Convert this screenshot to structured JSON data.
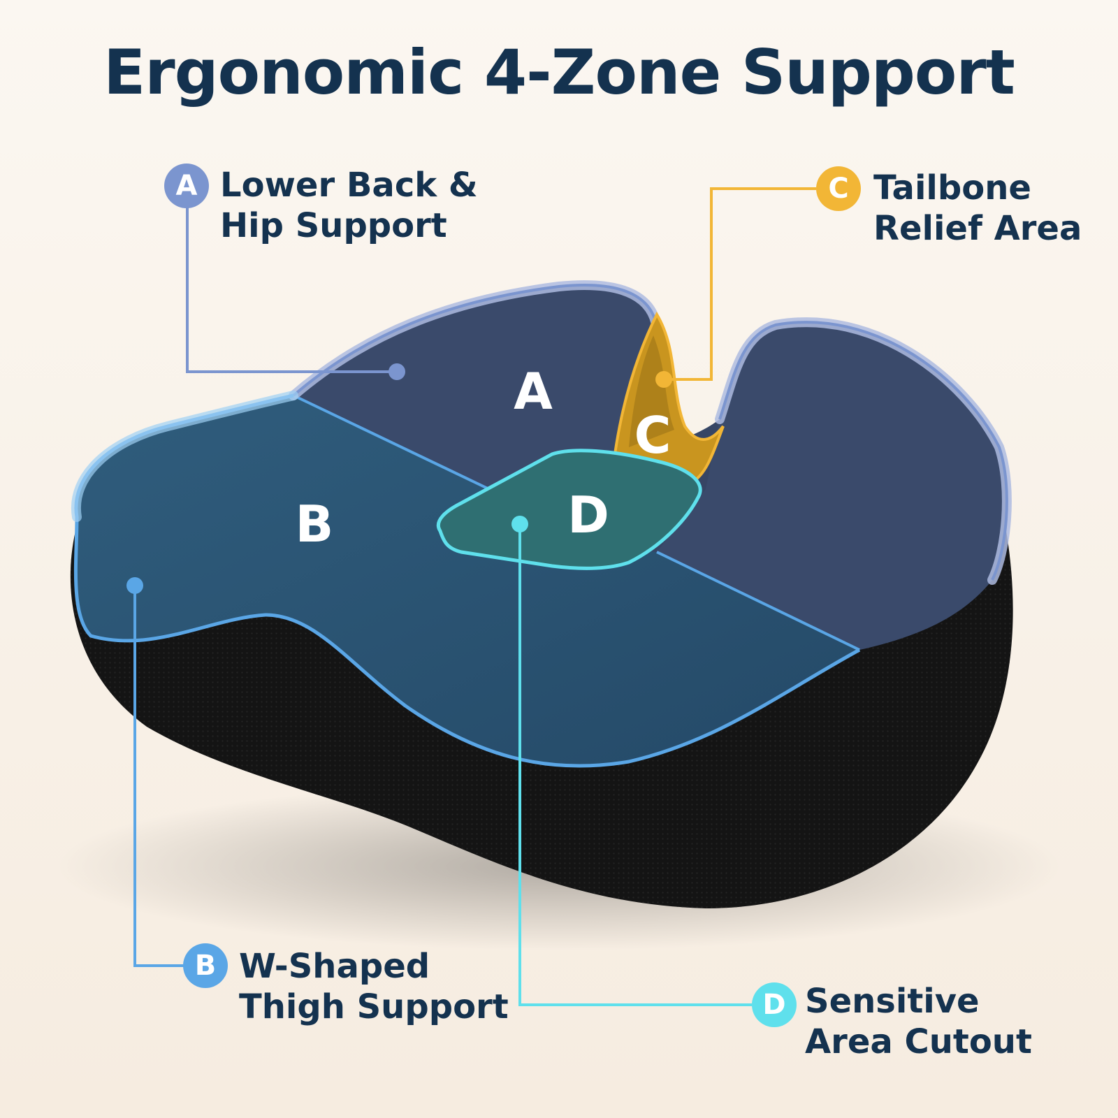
{
  "title": "Ergonomic 4-Zone Support",
  "colors": {
    "title": "#14324f",
    "zone_a": "#7b95cf",
    "zone_b": "#5aa6e6",
    "zone_c": "#f2b636",
    "zone_d": "#5fe0ec",
    "cushion_side": "#141414"
  },
  "zones": {
    "a": {
      "letter": "A",
      "line1": "Lower Back &",
      "line2": "Hip Support"
    },
    "b": {
      "letter": "B",
      "line1": "W-Shaped",
      "line2": "Thigh Support"
    },
    "c": {
      "letter": "C",
      "line1": "Tailbone",
      "line2": "Relief Area"
    },
    "d": {
      "letter": "D",
      "line1": "Sensitive",
      "line2": "Area Cutout"
    }
  }
}
